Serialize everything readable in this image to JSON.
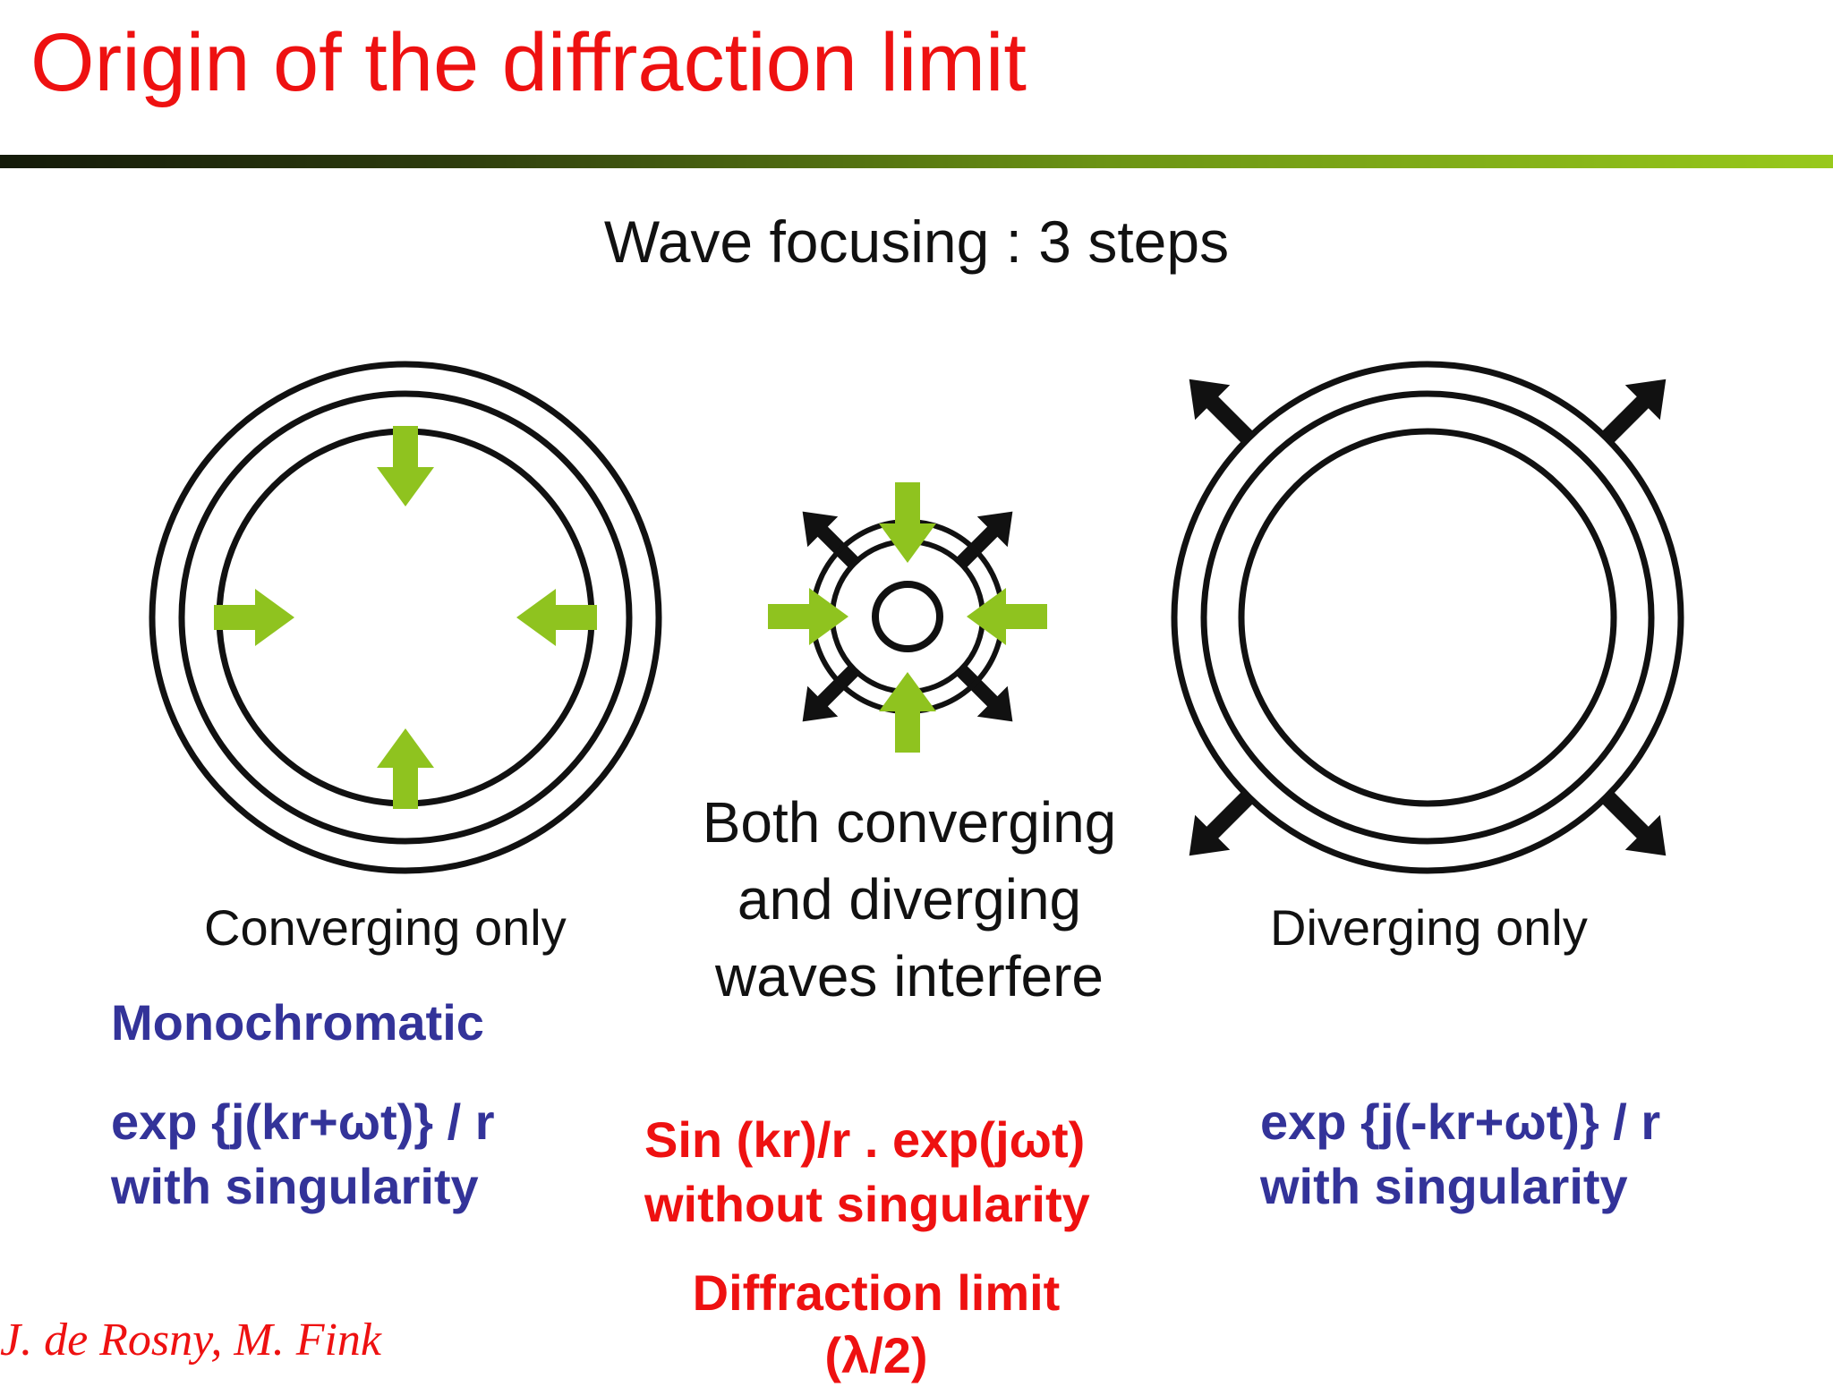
{
  "slide": {
    "title": "Origin of the diffraction limit",
    "subtitle": "Wave focusing : 3 steps",
    "credit": "J. de Rosny, M.  Fink"
  },
  "diagram": {
    "left": {
      "label": "Converging only",
      "mode": "Monochromatic",
      "formula_line1": "exp {j(kr+ωt)} / r",
      "formula_line2": "with singularity"
    },
    "middle": {
      "caption_line1": "Both converging",
      "caption_line2": "and diverging",
      "caption_line3": "waves interfere",
      "formula_line1": "Sin (kr)/r . exp(jωt)",
      "formula_line2": "without singularity",
      "limit_line1": "Diffraction limit",
      "limit_line2": "(λ/2)"
    },
    "right": {
      "label": "Diverging only",
      "formula_line1": "exp {j(-kr+ωt)} / r",
      "formula_line2": "with singularity"
    },
    "colors": {
      "title": "#ee1111",
      "arrow_green": "#8fc31f",
      "arrow_black": "#111111",
      "formula_blue": "#333399",
      "formula_red": "#ee1111"
    }
  }
}
